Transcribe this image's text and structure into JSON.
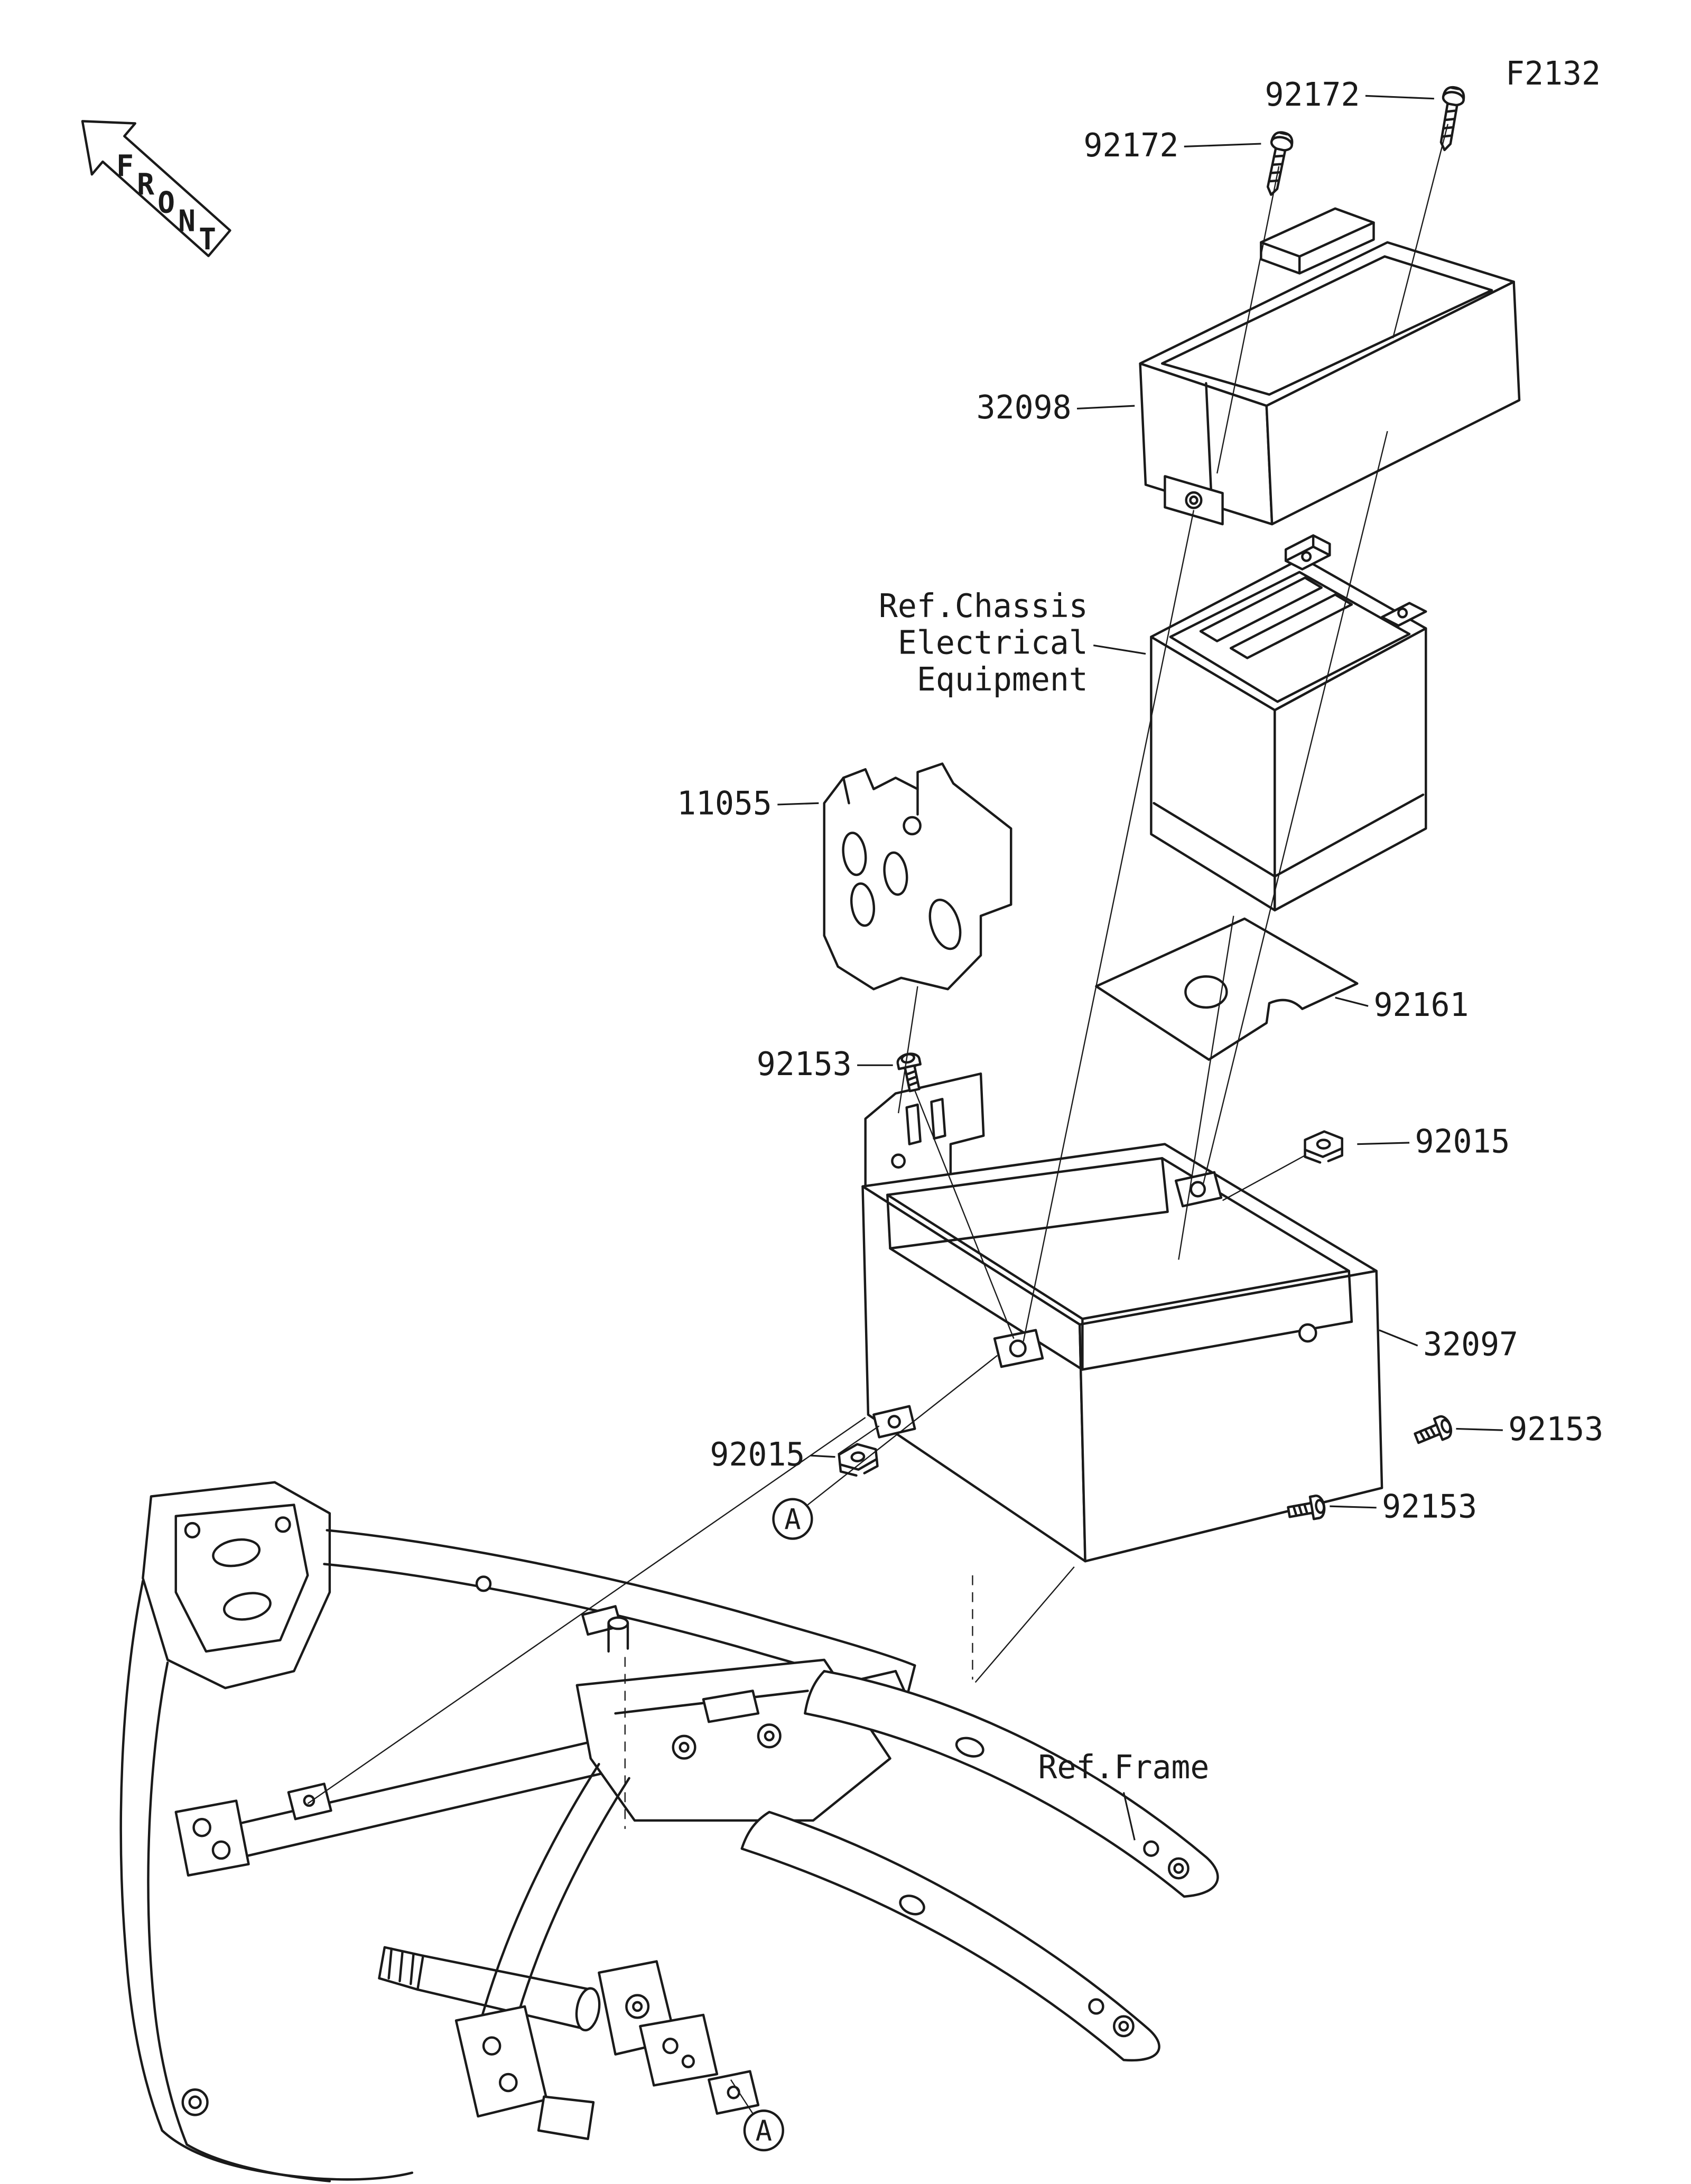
{
  "figure_code": "F2132",
  "front_marker": {
    "word": "FRONT",
    "letters": [
      "F",
      "R",
      "O",
      "N",
      "T"
    ]
  },
  "detail_marker": "A",
  "colors": {
    "ink": "#1a1a1a",
    "paper": "#ffffff"
  },
  "parts": {
    "screw_cover_right": "92172",
    "screw_cover_left": "92172",
    "cover": "32098",
    "bracket": "11055",
    "pad": "92161",
    "screw_bracket_top": "92153",
    "clip_upper": "92015",
    "case": "32097",
    "screw_case_right": "92153",
    "clip_lower": "92015",
    "screw_case_bottom": "92153"
  },
  "references": {
    "chassis_line1": "Ref.Chassis",
    "chassis_line2": "Electrical",
    "chassis_line3": "Equipment",
    "frame": "Ref.Frame"
  }
}
